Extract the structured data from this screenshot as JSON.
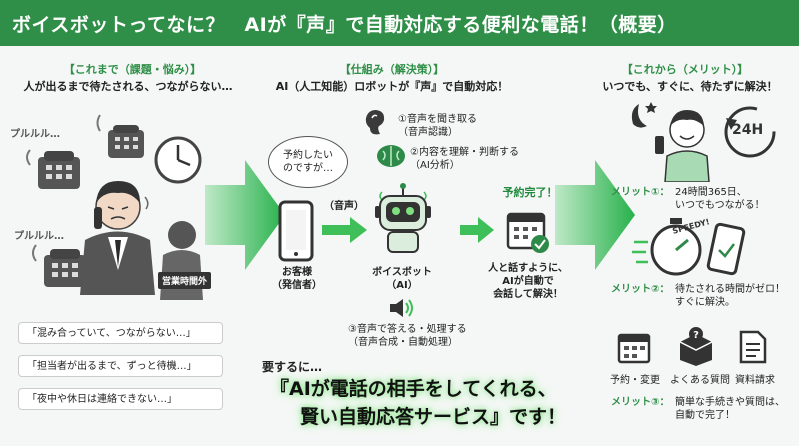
{
  "header": {
    "title": "ボイスボットってなに？　AIが『声』で自動対応する便利な電話！（概要）"
  },
  "left": {
    "section": "【これまで（課題・悩み）】",
    "subtitle": "人が出るまで待たされる、つながらない…",
    "ring1": "プルルル…",
    "ring2": "プルルル…",
    "closed_sign": "営業時間外",
    "quotes": [
      "「混み合っていて、つながらない…」",
      "「担当者が出るまで、ずっと待機…」",
      "「夜中や休日は連絡できない…」"
    ]
  },
  "middle": {
    "section": "【仕組み（解決策）】",
    "subtitle": "AI（人工知能）ロボットが『声』で自動対応！",
    "bubble": "予約したい\nのですが…",
    "voice_label": "（音声）",
    "step1": "①音声を聞き取る\n（音声認識）",
    "step2": "②内容を理解・判断する\n（AI分析）",
    "step3": "③音声で答える・処理する\n（音声合成・自動処理）",
    "customer": "お客様\n（発信者）",
    "bot": "ボイスボット\n（AI）",
    "done": "予約完了！",
    "done_caption": "人と話すように、\nAIが自動で\n会話して解決！",
    "summary_lead": "要するに…",
    "summary_line1": "『AIが電話の相手をしてくれる、",
    "summary_line2": "賢い自動応答サービス』です！"
  },
  "right": {
    "section": "【これから（メリット）】",
    "subtitle": "いつでも、すぐに、待たずに解決！",
    "clock_label": "24H",
    "speedy_label": "SPEEDY!",
    "merit1_label": "メリット①：",
    "merit1_text": "24時間365日、\nいつでもつながる！",
    "merit2_label": "メリット②：",
    "merit2_text": "待たされる時間がゼロ！\nすぐに解決。",
    "icons": [
      "予約・変更",
      "よくある質問",
      "資料請求"
    ],
    "merit3_label": "メリット③：",
    "merit3_text": "簡単な手続きや質問は、\n自動で完了！"
  },
  "colors": {
    "brand": "#2f8f48",
    "arrow": "#3fbf5a",
    "accent": "#1f8a3c"
  }
}
